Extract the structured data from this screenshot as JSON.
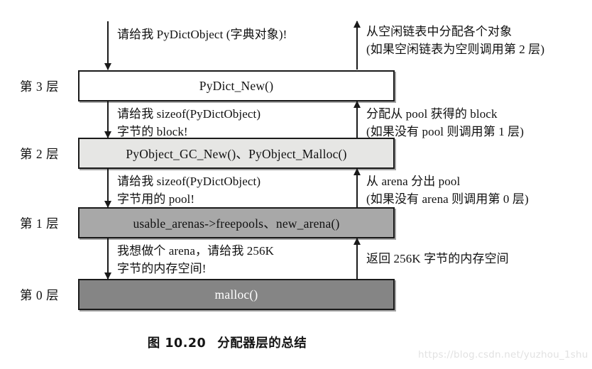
{
  "figure": {
    "caption_number": "图 10.20",
    "caption_title": "分配器层的总结",
    "watermark": "https://blog.csdn.net/yuzhou_1shu"
  },
  "layers": [
    {
      "label": "第 3 层",
      "box_text": "PyDict_New()",
      "fill": "#ffffff",
      "text_color": "#111111"
    },
    {
      "label": "第 2 层",
      "box_text": "PyObject_GC_New()、PyObject_Malloc()",
      "fill": "#e6e6e4",
      "text_color": "#111111"
    },
    {
      "label": "第 1 层",
      "box_text": "usable_arenas->freepools、new_arena()",
      "fill": "#a8a8a8",
      "text_color": "#111111"
    },
    {
      "label": "第 0 层",
      "box_text": "malloc()",
      "fill": "#858585",
      "text_color": "#ffffff"
    }
  ],
  "requests": [
    {
      "line1": "请给我 PyDictObject (字典对象)!",
      "line2": ""
    },
    {
      "line1": "请给我 sizeof(PyDictObject)",
      "line2": "字节的 block!"
    },
    {
      "line1": "请给我 sizeof(PyDictObject)",
      "line2": "字节用的 pool!"
    },
    {
      "line1": "我想做个 arena，请给我 256K",
      "line2": "字节的内存空间!"
    }
  ],
  "responses": [
    {
      "line1": "从空闲链表中分配各个对象",
      "line2": "(如果空闲链表为空则调用第 2 层)"
    },
    {
      "line1": "分配从 pool 获得的 block",
      "line2": "(如果没有 pool 则调用第 1 层)"
    },
    {
      "line1": "从 arena 分出 pool",
      "line2": "(如果没有 arena 则调用第 0 层)"
    },
    {
      "line1": "返回 256K 字节的内存空间",
      "line2": ""
    }
  ]
}
